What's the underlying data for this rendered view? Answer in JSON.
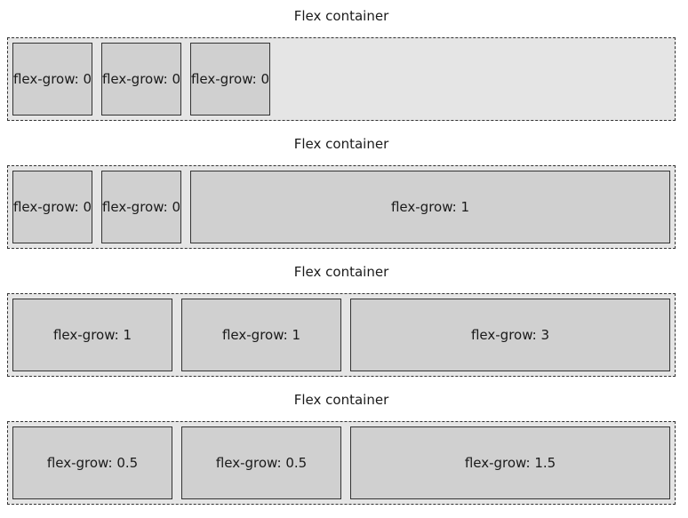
{
  "demos": [
    {
      "caption": "Flex container",
      "items": [
        "flex-grow: 0",
        "flex-grow: 0",
        "flex-grow: 0"
      ]
    },
    {
      "caption": "Flex container",
      "items": [
        "flex-grow: 0",
        "flex-grow: 0",
        "flex-grow: 1"
      ]
    },
    {
      "caption": "Flex container",
      "items": [
        "flex-grow: 1",
        "flex-grow: 1",
        "flex-grow: 3"
      ]
    },
    {
      "caption": "Flex container",
      "items": [
        "flex-grow: 0.5",
        "flex-grow: 0.5",
        "flex-grow: 1.5"
      ]
    }
  ],
  "colors": {
    "container_background": "#e5e5e5",
    "item_background": "#d0d0d0",
    "border": "#333333"
  }
}
